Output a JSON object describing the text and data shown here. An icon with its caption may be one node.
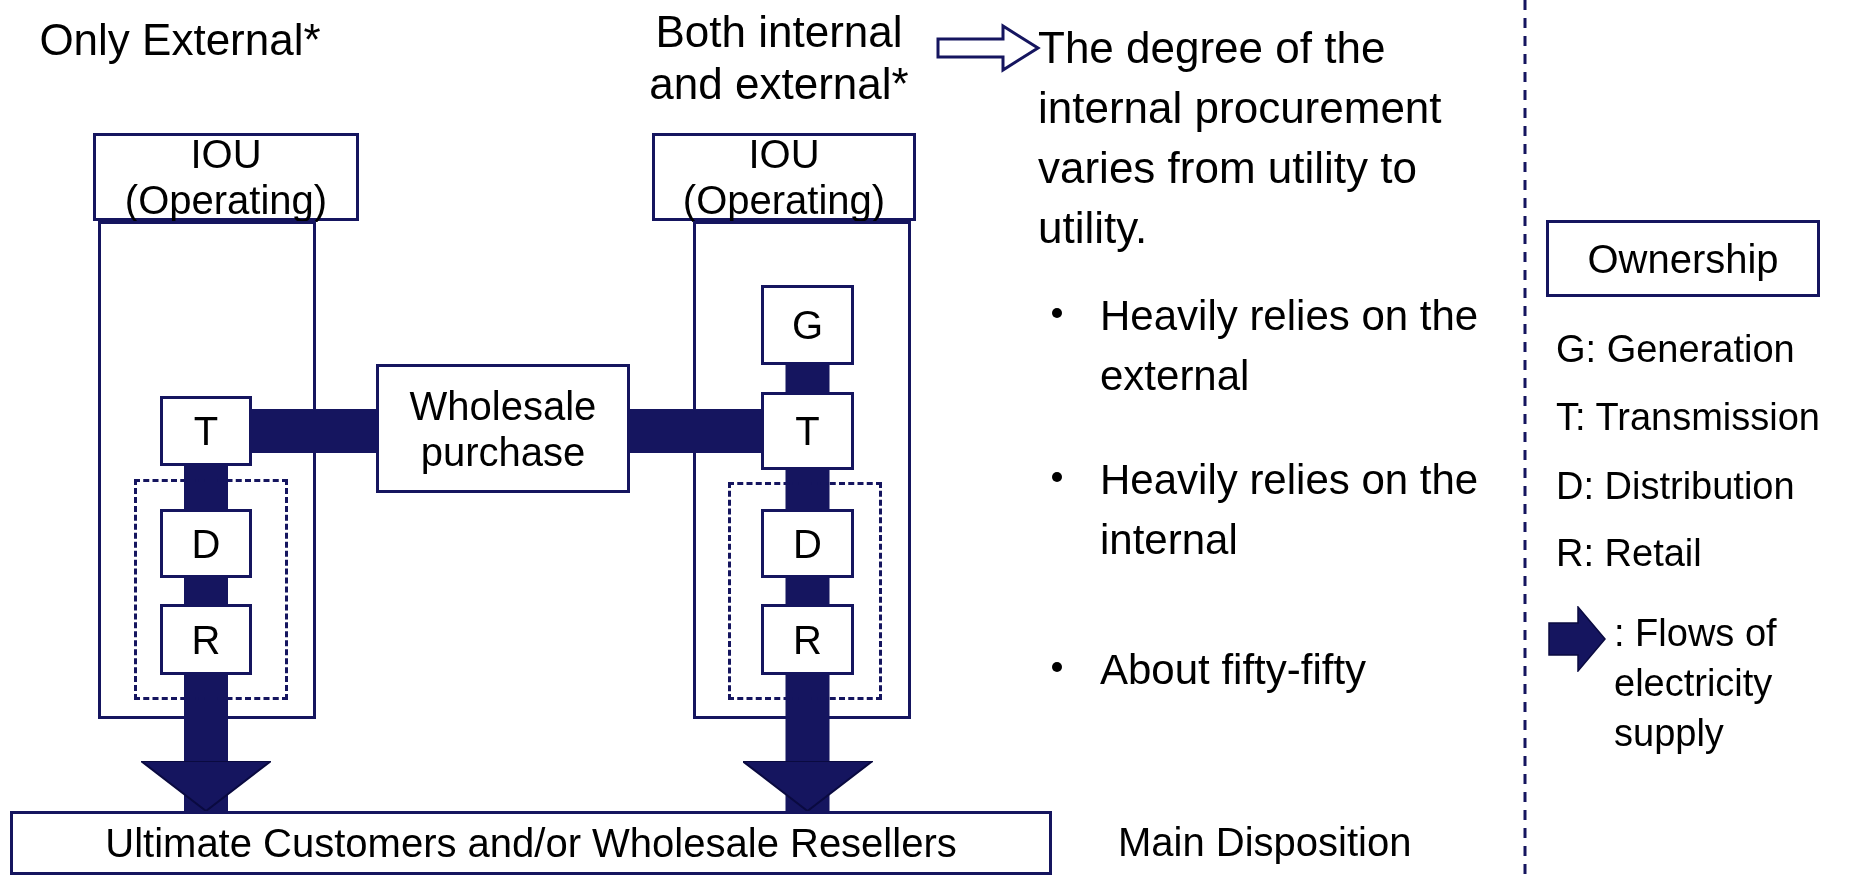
{
  "diagram": {
    "nodes": [
      {
        "text": [
          "Only External*"
        ]
      },
      {
        "text": [
          "IOU (Operating)"
        ]
      },
      {
        "text": [],
        "shape": "box"
      },
      {
        "text": [
          "T"
        ],
        "in": 2
      },
      {
        "text": [],
        "shape": "box",
        "in": 2
      },
      {
        "text": [
          "D"
        ],
        "in": 4
      },
      {
        "text": [
          "R"
        ],
        "in": 4
      },
      {
        "text": [
          "Wholesale purchase"
        ]
      },
      {
        "text": [
          "Both internal and external*"
        ]
      },
      {
        "text": [
          "IOU (Operating)"
        ]
      },
      {
        "text": [],
        "shape": "box"
      },
      {
        "text": [
          "G"
        ],
        "in": 10
      },
      {
        "text": [
          "T"
        ],
        "in": 10
      },
      {
        "text": [],
        "shape": "box",
        "in": 10
      },
      {
        "text": [
          "D"
        ],
        "in": 13
      },
      {
        "text": [
          "R"
        ],
        "in": 13
      },
      {
        "text": [
          "Ultimate Customers and/or Wholesale Resellers"
        ]
      },
      {
        "text": [
          "The degree of the internal procurement varies from utility to utility.",
          "Heavily relies on the external",
          "Heavily relies on the internal",
          "About fifty-fifty"
        ]
      },
      {
        "text": [
          "Ownership"
        ]
      }
    ],
    "edges": [
      {
        "from": 3,
        "to": 7,
        "arrow": "none"
      },
      {
        "from": 7,
        "to": 12,
        "arrow": "none"
      },
      {
        "from": 11,
        "to": 12,
        "arrow": "none"
      },
      {
        "from": 3,
        "to": 5,
        "arrow": "none"
      },
      {
        "from": 5,
        "to": 6,
        "arrow": "none"
      },
      {
        "from": 6,
        "to": 16,
        "arrow": "to"
      },
      {
        "from": 12,
        "to": 14,
        "arrow": "none"
      },
      {
        "from": 14,
        "to": 15,
        "arrow": "none"
      },
      {
        "from": 15,
        "to": 16,
        "arrow": "to"
      },
      {
        "from": 8,
        "to": 17,
        "arrow": "to"
      }
    ],
    "labels": [
      "Main Disposition",
      "G: Generation",
      "T: Transmission",
      "D: Distribution",
      "R: Retail"
    ],
    "legend": [
      {
        "text": ": Flows of electricity supply"
      }
    ]
  }
}
